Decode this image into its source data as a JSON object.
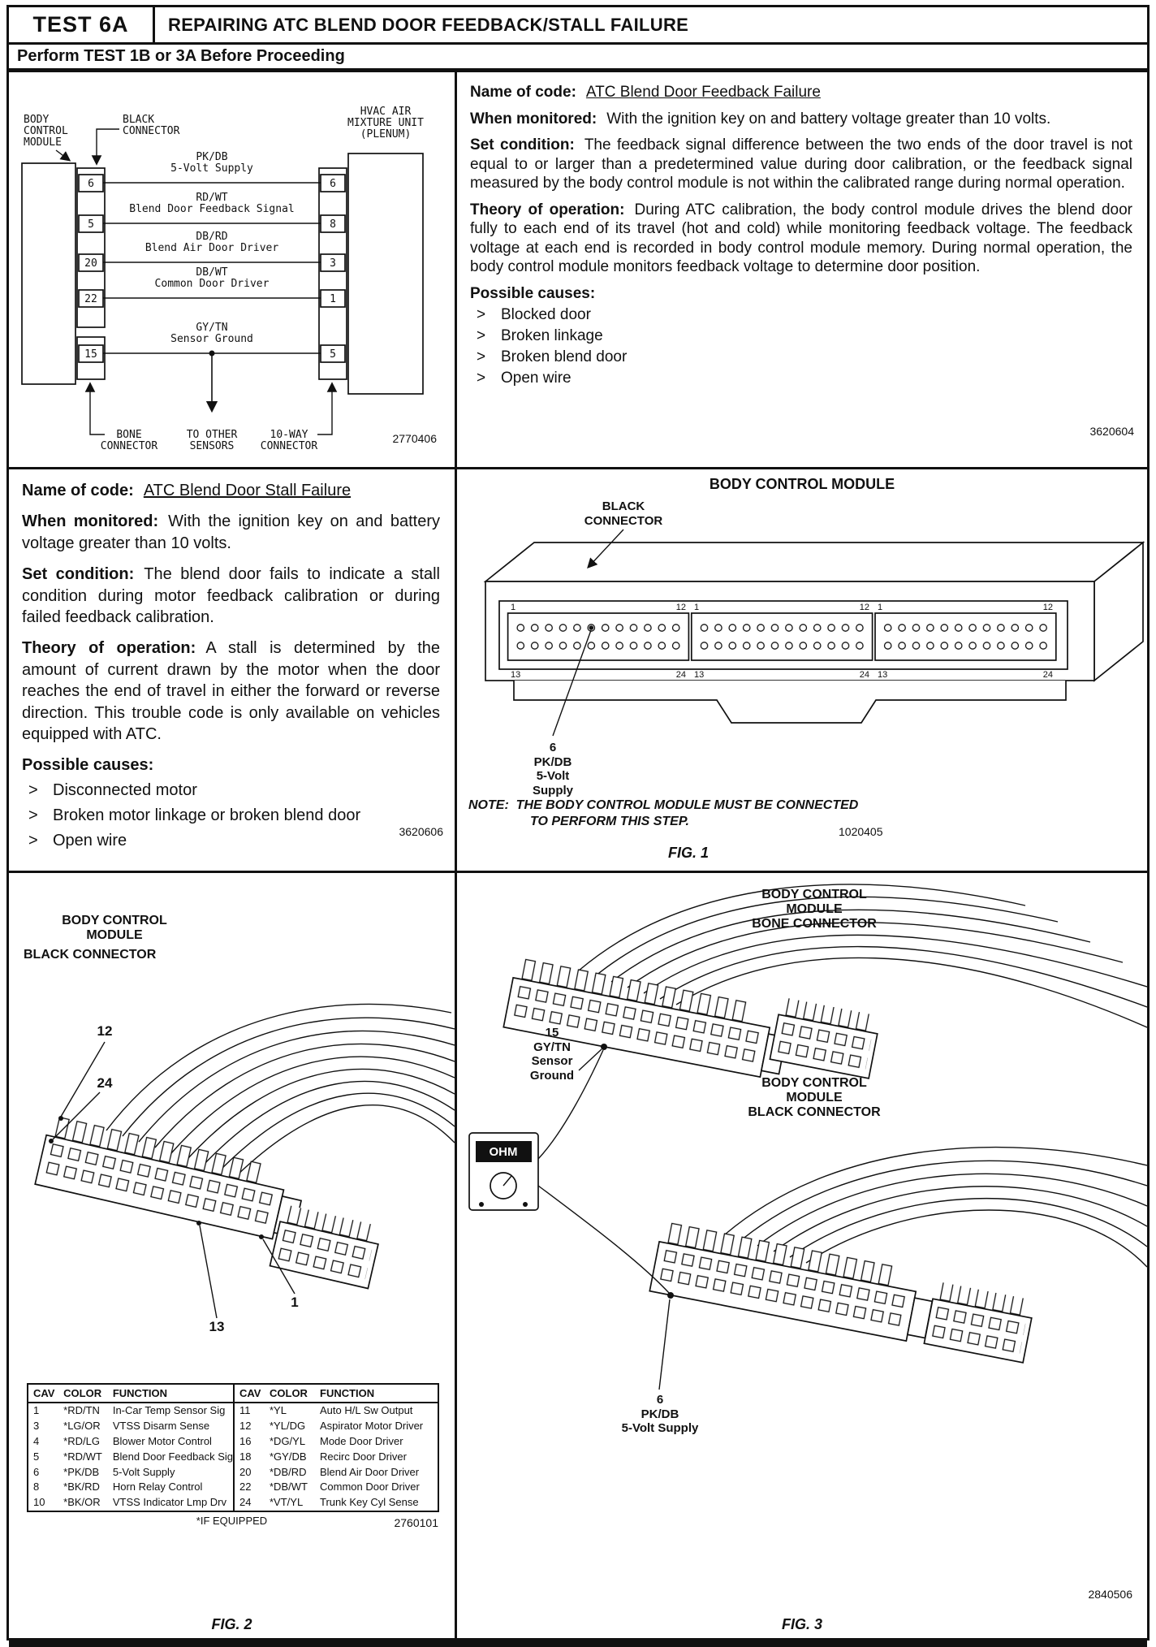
{
  "colors": {
    "ink": "#111111",
    "paper": "#ffffff"
  },
  "glyphs": {
    "cause_bullet": ">"
  },
  "header": {
    "test_label": "TEST 6A",
    "title": "REPAIRING ATC BLEND DOOR FEEDBACK/STALL FAILURE",
    "subtitle": "Perform TEST 1B or 3A Before Proceeding"
  },
  "wiring": {
    "bcm_label": [
      "BODY",
      "CONTROL",
      "MODULE"
    ],
    "black_connector_label": [
      "BLACK",
      "CONNECTOR"
    ],
    "hvac_label": [
      "HVAC AIR",
      "MIXTURE UNIT",
      "(PLENUM)"
    ],
    "left_pins": [
      "6",
      "5",
      "20",
      "22",
      "15"
    ],
    "right_pins": [
      "6",
      "8",
      "3",
      "1",
      "5"
    ],
    "wires": [
      {
        "color": "PK/DB",
        "function": "5-Volt Supply"
      },
      {
        "color": "RD/WT",
        "function": "Blend Door Feedback Signal"
      },
      {
        "color": "DB/RD",
        "function": "Blend Air Door Driver"
      },
      {
        "color": "DB/WT",
        "function": "Common Door Driver"
      },
      {
        "color": "GY/TN",
        "function": "Sensor Ground"
      }
    ],
    "bone_label": [
      "BONE",
      "CONNECTOR"
    ],
    "sensors_label": [
      "TO OTHER",
      "SENSORS"
    ],
    "tenway_label": [
      "10-WAY",
      "CONNECTOR"
    ],
    "ref_number": "2770406"
  },
  "feedback": {
    "name_label": "Name of code:",
    "name_value": "ATC Blend Door Feedback Failure",
    "monitored_label": "When monitored:",
    "monitored_text": "With the ignition key on and battery voltage greater than 10 volts.",
    "set_label": "Set condition:",
    "set_text": "The feedback signal difference between the two ends of the door travel is not equal to or larger than a predetermined value during door calibration, or the feedback signal measured by the body control module is not within the calibrated range during normal operation.",
    "theory_label": "Theory of operation:",
    "theory_text": "During ATC calibration, the body control module drives the blend door fully to each end of its travel (hot and cold) while monitoring feedback voltage.  The feedback voltage at each end is recorded in body control module memory.  During normal operation, the body control module monitors feedback voltage to determine door position.",
    "causes_label": "Possible causes:",
    "causes": [
      "Blocked door",
      "Broken linkage",
      "Broken blend door",
      "Open wire"
    ],
    "ref_number": "3620604"
  },
  "stall": {
    "name_label": "Name of code:",
    "name_value": "ATC Blend Door Stall Failure",
    "monitored_label": "When monitored:",
    "monitored_text": "With the ignition key on and battery voltage greater than 10 volts.",
    "set_label": "Set condition:",
    "set_text": "The blend door fails to indicate a stall condition during motor feedback calibration or during failed feedback calibration.",
    "theory_label": "Theory of operation:",
    "theory_text": "A stall is determined by the amount of current drawn by the motor when the door reaches the end of travel in either the forward or reverse direction.  This trouble code is only available on vehicles equipped with ATC.",
    "causes_label": "Possible causes:",
    "causes": [
      "Disconnected motor",
      "Broken motor linkage or broken blend door",
      "Open wire"
    ],
    "ref_number": "3620606"
  },
  "fig1": {
    "title": "BODY CONTROL MODULE",
    "connector_label": [
      "BLACK",
      "CONNECTOR"
    ],
    "pins": {
      "top_left": "1",
      "top_right": "12",
      "bottom_left": "13",
      "bottom_right": "24"
    },
    "callout": [
      "6",
      "PK/DB",
      "5-Volt",
      "Supply"
    ],
    "note_label": "NOTE:",
    "note_line1": "THE BODY CONTROL MODULE MUST BE CONNECTED",
    "note_line2": "TO PERFORM THIS STEP.",
    "ref_number": "1020405",
    "caption": "FIG. 1"
  },
  "fig2": {
    "title": [
      "BODY CONTROL",
      "MODULE"
    ],
    "connector_label": "BLACK CONNECTOR",
    "callouts": {
      "a": "12",
      "b": "24",
      "c": "13",
      "d": "1"
    },
    "table": {
      "headers": [
        "CAV",
        "COLOR",
        "FUNCTION"
      ],
      "left_rows": [
        [
          "1",
          "*RD/TN",
          "In-Car Temp Sensor Sig"
        ],
        [
          "3",
          "*LG/OR",
          "VTSS Disarm Sense"
        ],
        [
          "4",
          "*RD/LG",
          "Blower Motor Control"
        ],
        [
          "5",
          "*RD/WT",
          "Blend Door Feedback Sig"
        ],
        [
          "6",
          "*PK/DB",
          "5-Volt Supply"
        ],
        [
          "8",
          "*BK/RD",
          "Horn Relay Control"
        ],
        [
          "10",
          "*BK/OR",
          "VTSS Indicator Lmp Drv"
        ]
      ],
      "right_rows": [
        [
          "11",
          "*YL",
          "Auto H/L Sw Output"
        ],
        [
          "12",
          "*YL/DG",
          "Aspirator Motor Driver"
        ],
        [
          "16",
          "*DG/YL",
          "Mode Door Driver"
        ],
        [
          "18",
          "*GY/DB",
          "Recirc Door Driver"
        ],
        [
          "20",
          "*DB/RD",
          "Blend Air Door Driver"
        ],
        [
          "22",
          "*DB/WT",
          "Common Door Driver"
        ],
        [
          "24",
          "*VT/YL",
          "Trunk Key Cyl Sense"
        ]
      ]
    },
    "footnote": "*IF EQUIPPED",
    "ref_number": "2760101",
    "caption": "FIG. 2"
  },
  "fig3": {
    "bone_label": [
      "BODY CONTROL",
      "MODULE",
      "BONE CONNECTOR"
    ],
    "black_label": [
      "BODY CONTROL",
      "MODULE",
      "BLACK CONNECTOR"
    ],
    "ground_callout": [
      "15",
      "GY/TN",
      "Sensor",
      "Ground"
    ],
    "supply_callout": [
      "6",
      "PK/DB",
      "5-Volt Supply"
    ],
    "meter_label": "OHM",
    "ref_number": "2840506",
    "caption": "FIG. 3"
  }
}
